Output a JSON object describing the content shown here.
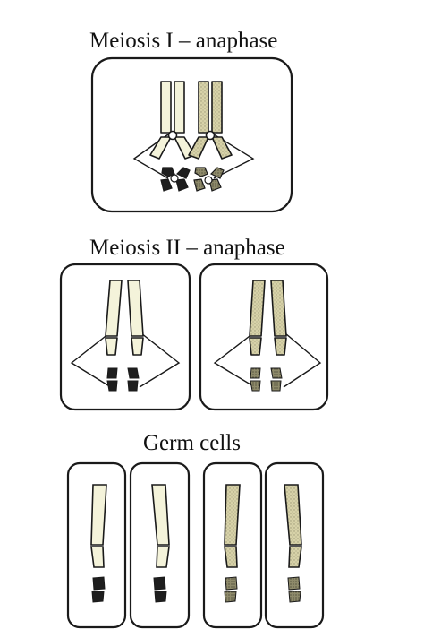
{
  "headings": {
    "meiosis1": "Meiosis I – anaphase",
    "meiosis2": "Meiosis II – anaphase",
    "germ_cells": "Germ cells"
  },
  "colors": {
    "line": "#1a1a1a",
    "light_chromatid": "#f4f3da",
    "dark_chromatid": "#d7d2a8",
    "light_centromere": "#1e1e1e",
    "dark_centromere": "#8e8a6a",
    "background": "#ffffff"
  }
}
